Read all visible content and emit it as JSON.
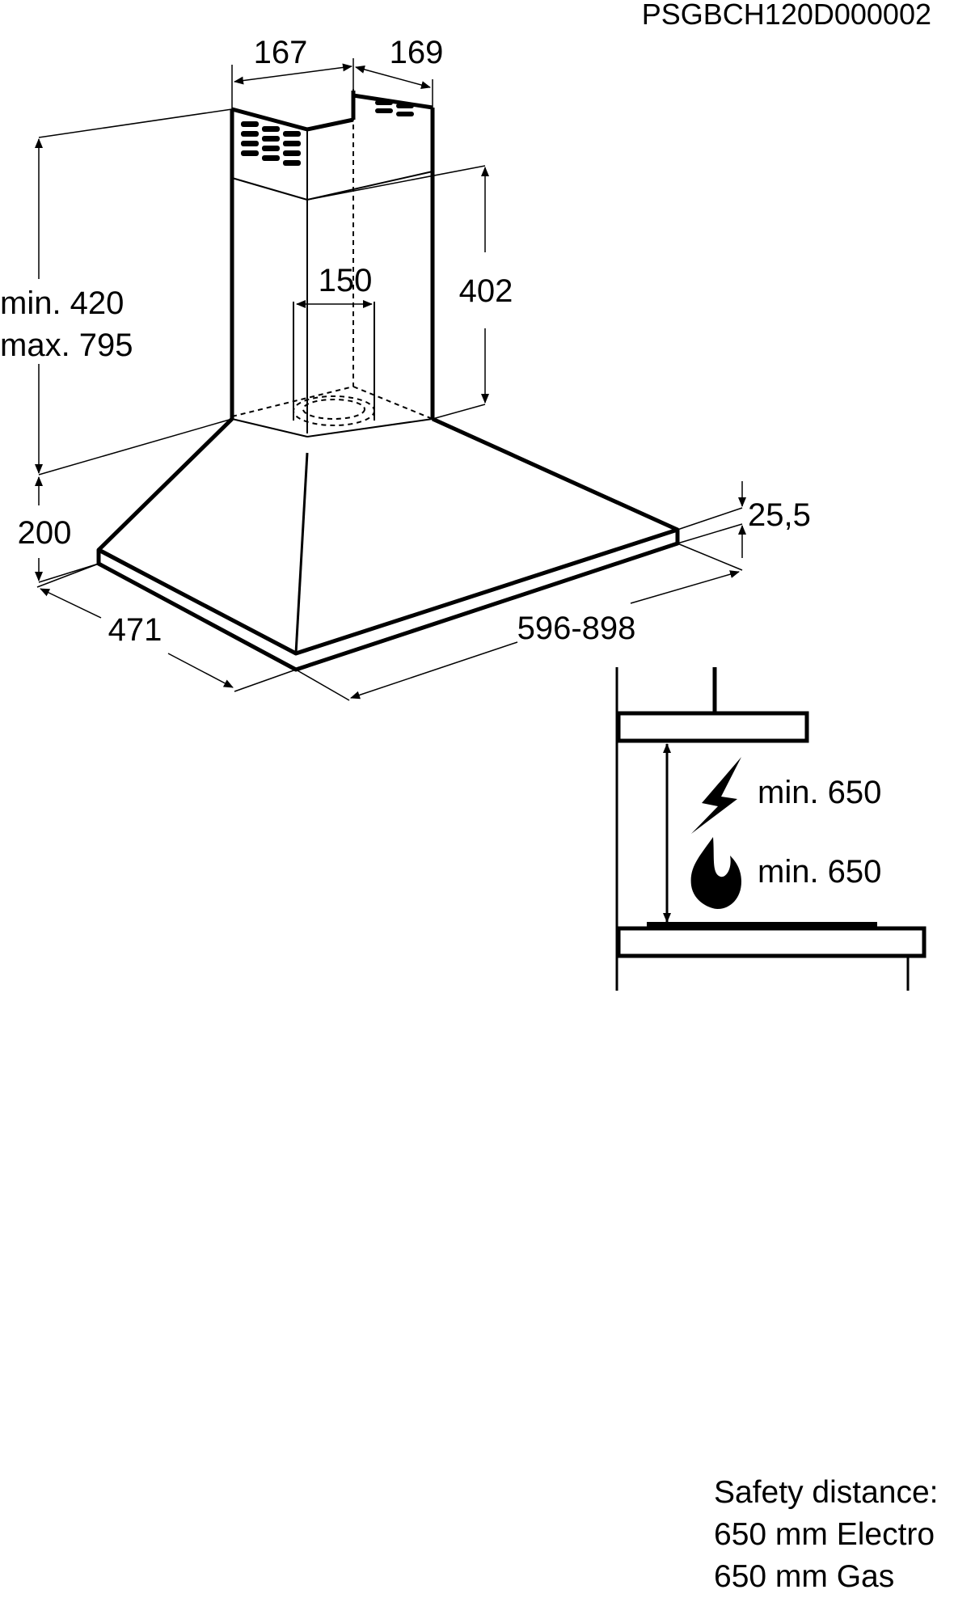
{
  "document_code": "PSGBCH120D000002",
  "dimensions": {
    "chimney_width": "167",
    "chimney_depth": "169",
    "duct_diameter": "150",
    "chimney_height_min": "min. 420",
    "chimney_height_max": "max. 795",
    "upper_chimney_height": "402",
    "hood_height": "200",
    "hood_depth": "471",
    "hood_width": "596-898",
    "hood_edge_thickness": "25,5"
  },
  "clearance": {
    "electric_label": "min. 650",
    "gas_label": "min. 650",
    "electric_icon": "lightning-bolt-icon",
    "gas_icon": "flame-icon"
  },
  "safety_note": {
    "heading": "Safety distance:",
    "electric": "650 mm Electro",
    "gas": "650 mm Gas"
  },
  "colors": {
    "line": "#000000",
    "background": "#ffffff"
  }
}
